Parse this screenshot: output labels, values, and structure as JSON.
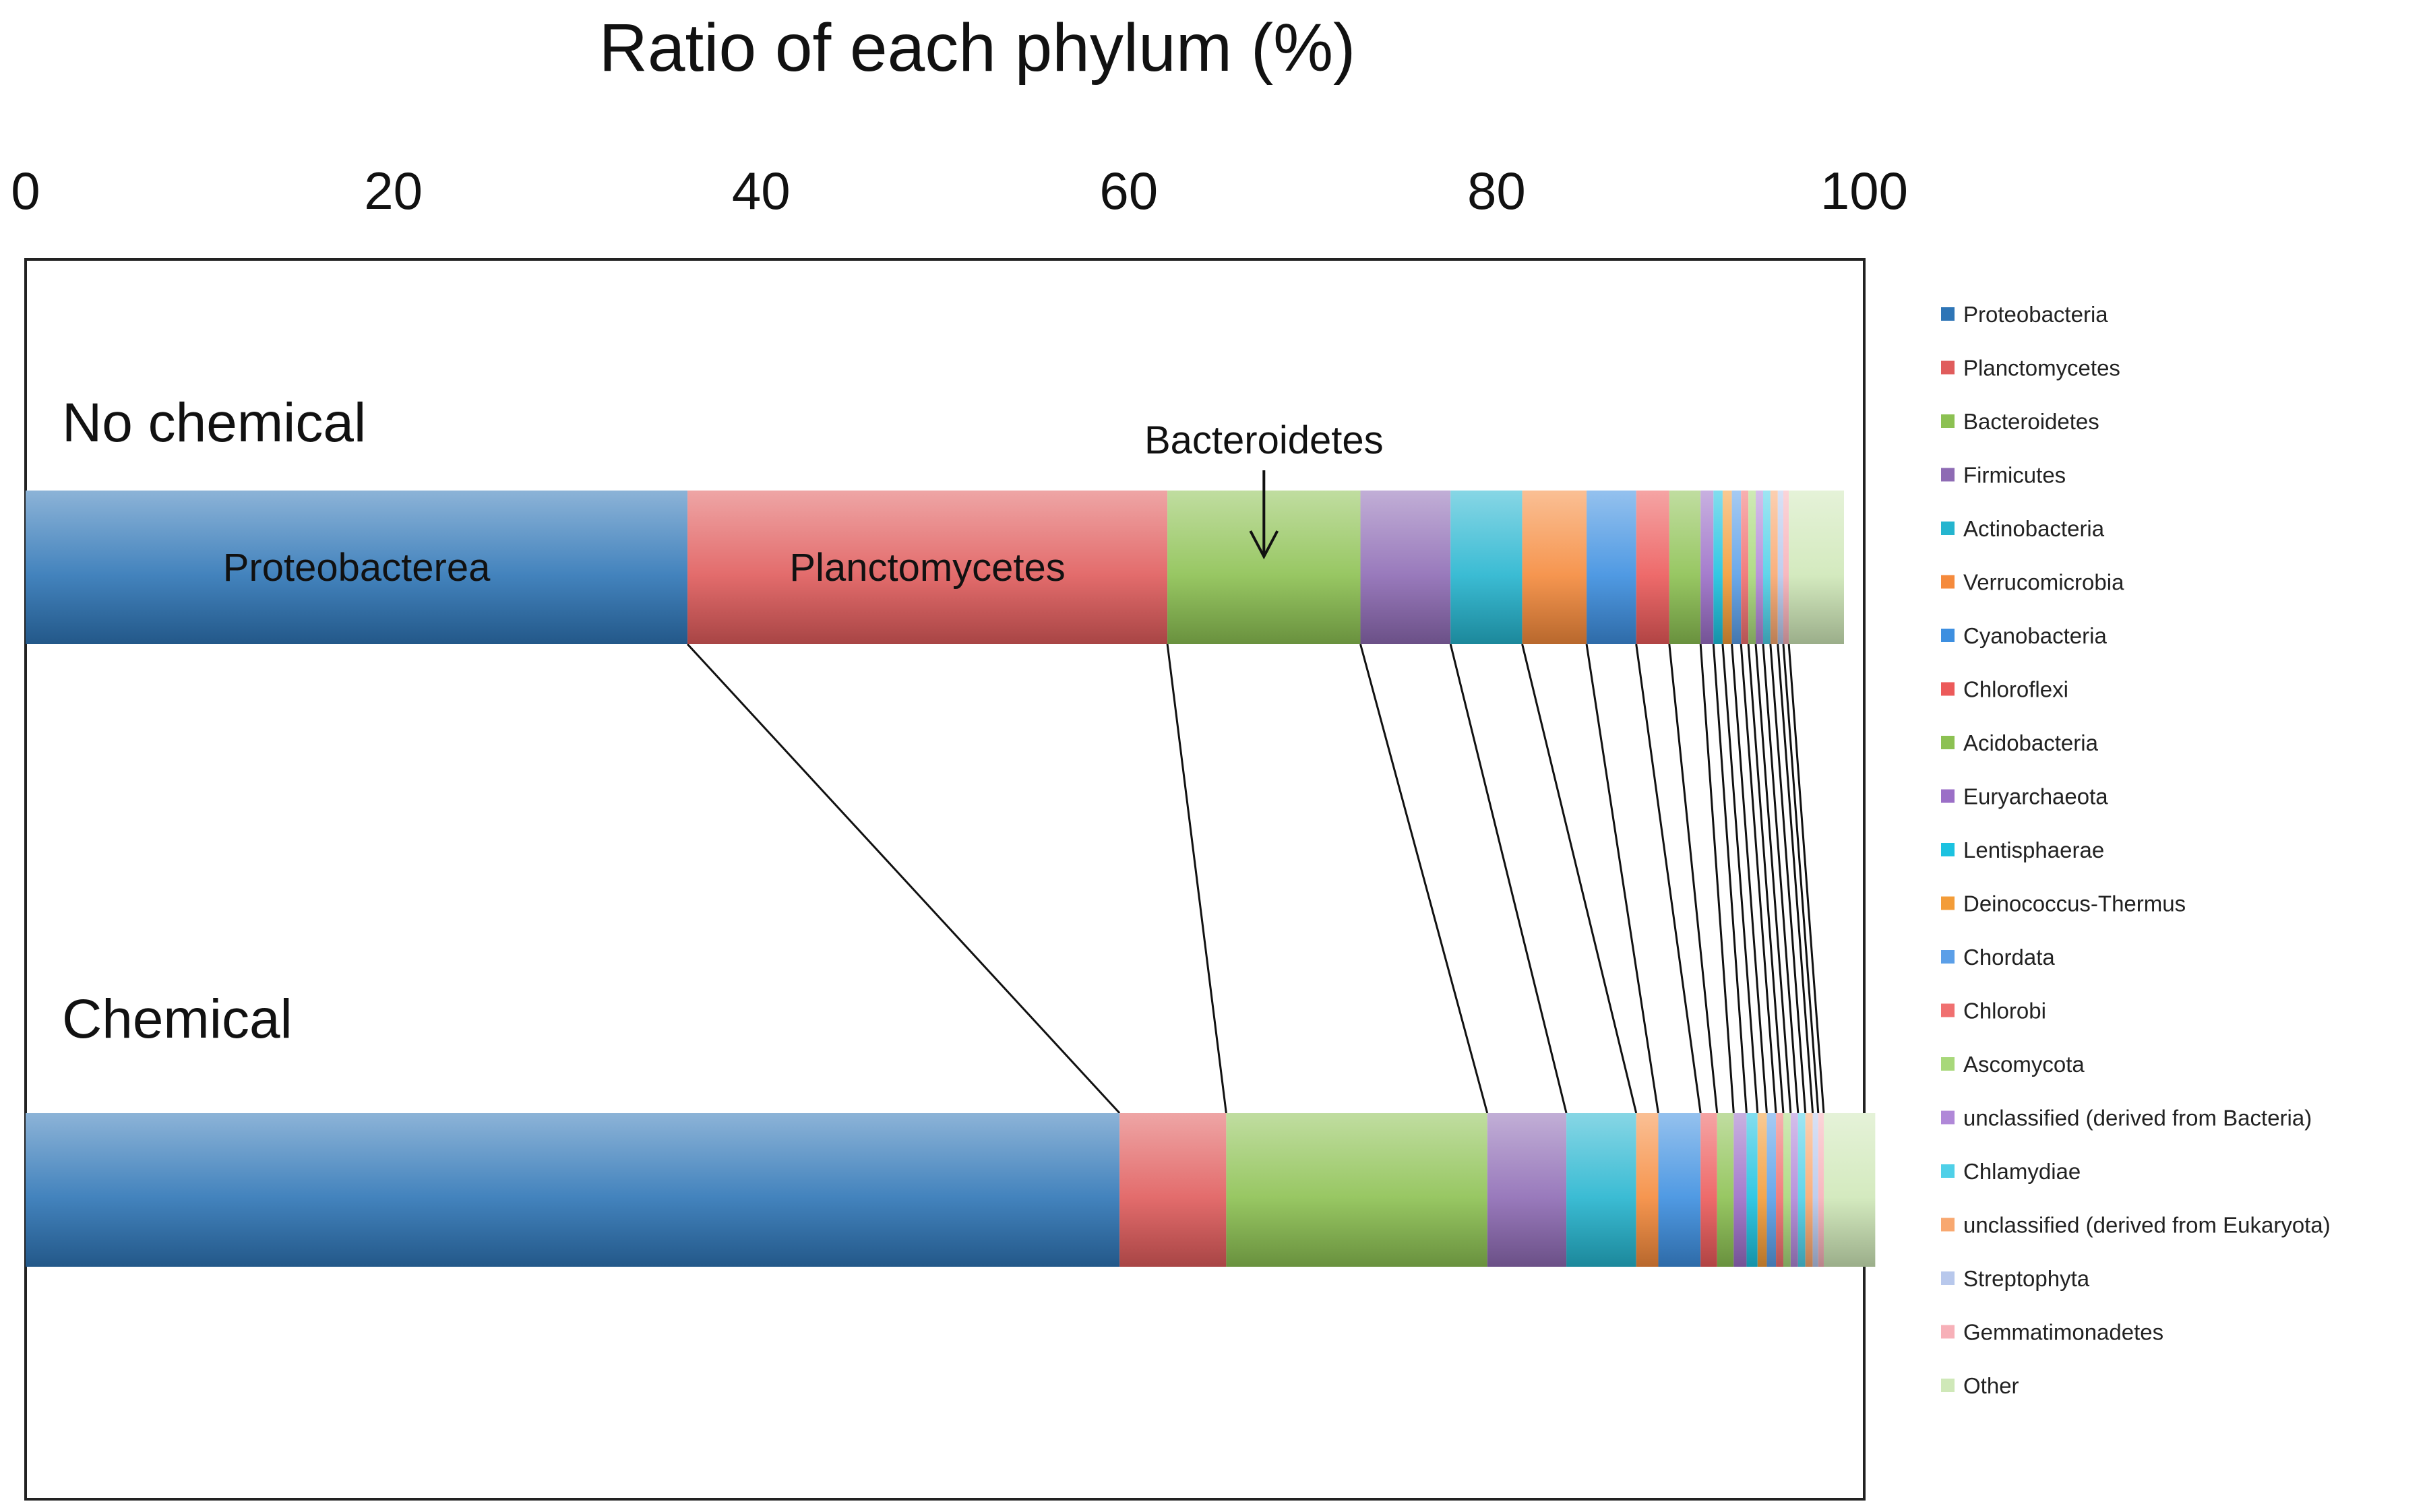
{
  "chart_data": {
    "type": "bar",
    "orientation": "horizontal",
    "stacked": true,
    "title": "Ratio of each phylum (%)",
    "xlabel": "",
    "ylabel": "",
    "xlim": [
      0,
      100
    ],
    "x_ticks": [
      "0",
      "20",
      "40",
      "60",
      "80",
      "100"
    ],
    "x_axis_position": "top",
    "grid": false,
    "legend_position": "right",
    "categories": [
      "No chemical",
      "Chemical"
    ],
    "series": [
      {
        "name": "Proteobacteria",
        "color": "#2e75b6",
        "values": [
          36.0,
          59.5
        ]
      },
      {
        "name": "Planctomycetes",
        "color": "#e05c5c",
        "values": [
          26.1,
          5.8
        ]
      },
      {
        "name": "Bacteroidetes",
        "color": "#8cc152",
        "values": [
          10.5,
          14.2
        ]
      },
      {
        "name": "Firmicutes",
        "color": "#8e6bb4",
        "values": [
          4.9,
          4.3
        ]
      },
      {
        "name": "Actinobacteria",
        "color": "#25b5cf",
        "values": [
          3.9,
          3.8
        ]
      },
      {
        "name": "Verrucomicrobia",
        "color": "#f58a3c",
        "values": [
          3.5,
          1.2
        ]
      },
      {
        "name": "Cyanobacteria",
        "color": "#3d8fe0",
        "values": [
          2.7,
          2.3
        ]
      },
      {
        "name": "Chloroflexi",
        "color": "#ec5a5a",
        "values": [
          1.8,
          0.9
        ]
      },
      {
        "name": "Acidobacteria",
        "color": "#8cc152",
        "values": [
          1.7,
          0.9
        ]
      },
      {
        "name": "Euryarchaeota",
        "color": "#9b6fc7",
        "values": [
          0.7,
          0.7
        ]
      },
      {
        "name": "Lentisphaerae",
        "color": "#1cc2e0",
        "values": [
          0.5,
          0.6
        ]
      },
      {
        "name": "Deinococcus-Thermus",
        "color": "#f39c38",
        "values": [
          0.5,
          0.5
        ]
      },
      {
        "name": "Chordata",
        "color": "#5b9fe8",
        "values": [
          0.5,
          0.5
        ]
      },
      {
        "name": "Chlorobi",
        "color": "#f07070",
        "values": [
          0.4,
          0.4
        ]
      },
      {
        "name": "Ascomycota",
        "color": "#a8d87a",
        "values": [
          0.4,
          0.4
        ]
      },
      {
        "name": "unclassified (derived from Bacteria)",
        "color": "#b088d8",
        "values": [
          0.4,
          0.4
        ]
      },
      {
        "name": "Chlamydiae",
        "color": "#4fd0e8",
        "values": [
          0.4,
          0.4
        ]
      },
      {
        "name": "unclassified (derived from Eukaryota)",
        "color": "#f8a870",
        "values": [
          0.4,
          0.4
        ]
      },
      {
        "name": "Streptophyta",
        "color": "#b8c8ec",
        "values": [
          0.3,
          0.3
        ]
      },
      {
        "name": "Gemmatimonadetes",
        "color": "#f7b0b8",
        "values": [
          0.3,
          0.3
        ]
      },
      {
        "name": "Other",
        "color": "#cfe8b8",
        "values": [
          3.0,
          2.8
        ]
      }
    ],
    "annotations": [
      {
        "text": "Proteobacterea",
        "category": "No chemical",
        "series": "Proteobacteria"
      },
      {
        "text": "Planctomycetes",
        "category": "No chemical",
        "series": "Planctomycetes"
      },
      {
        "text": "Bacteroidetes",
        "category": "No chemical",
        "series": "Bacteroidetes",
        "arrow": true
      }
    ],
    "connector_lines": true
  }
}
